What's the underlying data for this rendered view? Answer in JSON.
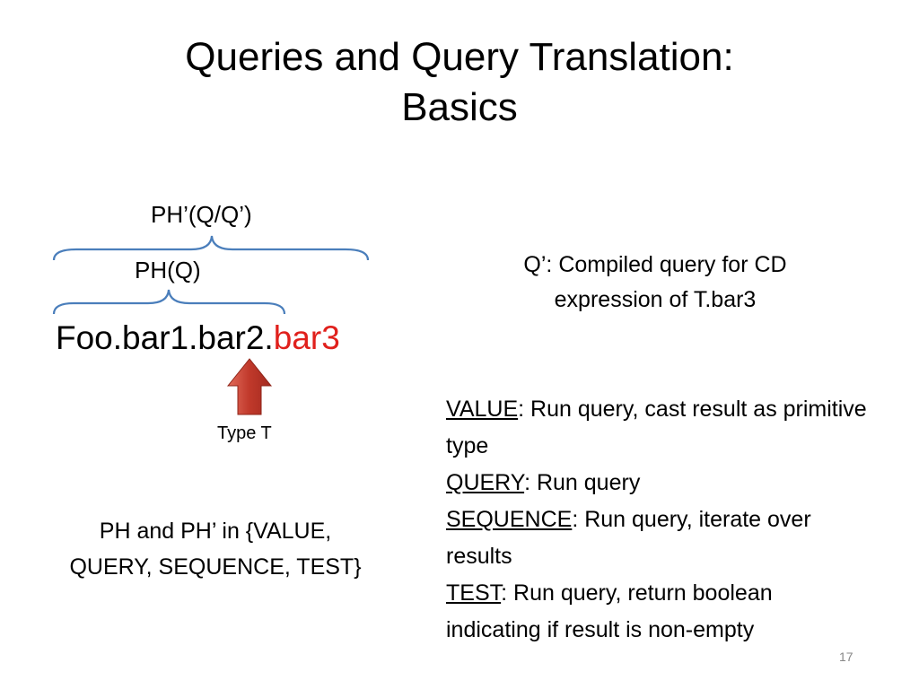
{
  "slide": {
    "title_line1": "Queries and Query Translation:",
    "title_line2": "Basics",
    "ph_outer_label": "PH’(Q/Q’)",
    "ph_inner_label": "PH(Q)",
    "expression_prefix": "Foo.bar1.bar2.",
    "expression_highlight": "bar3",
    "type_label": "Type T",
    "ph_note_line1": "PH and PH’ in {VALUE,",
    "ph_note_line2": "QUERY, SEQUENCE, TEST}",
    "qprime_line1": "Q’: Compiled query for CD",
    "qprime_line2": "expression of T.bar3",
    "modes": [
      {
        "key": "VALUE",
        "desc": ":  Run query, cast result as primitive type"
      },
      {
        "key": "QUERY",
        "desc": ":  Run query"
      },
      {
        "key": "SEQUENCE",
        "desc": ":  Run query, iterate over results"
      },
      {
        "key": "TEST",
        "desc": ":  Run query, return boolean indicating if result is non-empty"
      }
    ],
    "slide_number": "17",
    "colors": {
      "highlight": "#e0201c",
      "brace": "#4a7ebb",
      "arrow": "#c0392b"
    }
  }
}
